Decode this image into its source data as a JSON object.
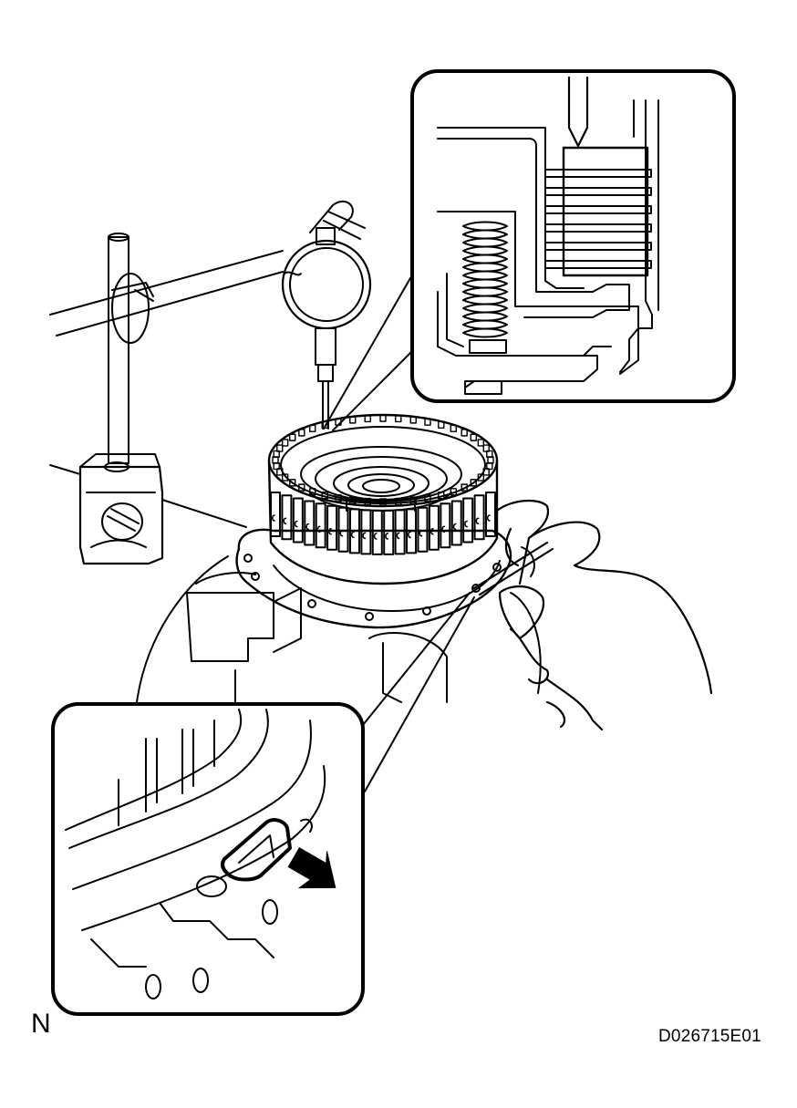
{
  "labels": {
    "corner": "N",
    "figure_id": "D026715E01"
  },
  "callouts": {
    "top_inset": "clutch-pack-detail",
    "bottom_inset": "measuring-hole-detail",
    "arrow_icon": "arrow-right-icon"
  },
  "colors": {
    "ink": "#000000",
    "paper": "#ffffff"
  }
}
